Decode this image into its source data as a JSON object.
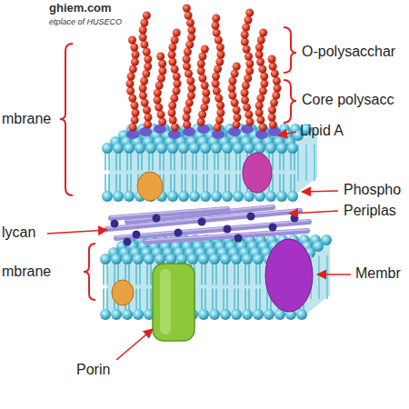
{
  "diagram": {
    "labels": [
      "ghiem.com",
      "etplace of HUSECO",
      "O-polysacchar",
      "Core polysacc",
      "mbrane",
      "Lipid A",
      "Phospho",
      "lycan",
      "Periplas",
      "mbrane",
      "Membr",
      "Porin"
    ]
  }
}
